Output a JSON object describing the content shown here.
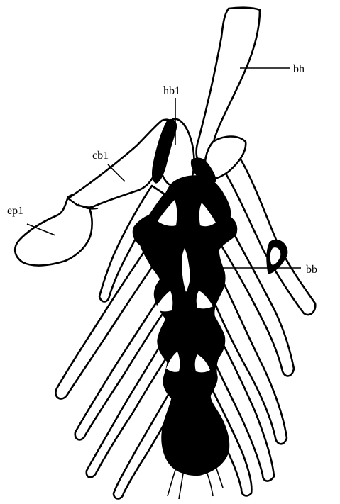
{
  "labels": {
    "bh": "bh",
    "hb1": "hb1",
    "cb1": "cb1",
    "ep1": "ep1",
    "bb": "bb"
  }
}
